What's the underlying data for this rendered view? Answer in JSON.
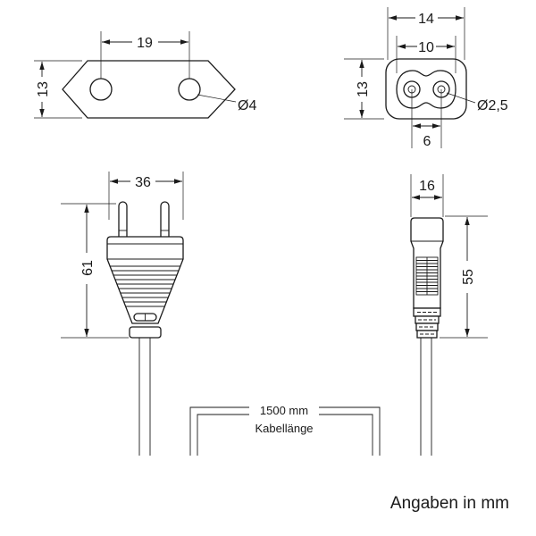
{
  "plug_face": {
    "pin_spacing": "19",
    "height": "13",
    "pin_diameter": "Ø4"
  },
  "socket_face": {
    "outer_width": "14",
    "inner_width": "10",
    "height": "13",
    "pin_diameter": "Ø2,5",
    "pin_spacing": "6"
  },
  "plug_side": {
    "width": "36",
    "length": "61"
  },
  "socket_side": {
    "width": "16",
    "length": "55"
  },
  "cable": {
    "length": "1500 mm",
    "label": "Kabellänge"
  },
  "footer": {
    "units_note": "Angaben in mm"
  }
}
